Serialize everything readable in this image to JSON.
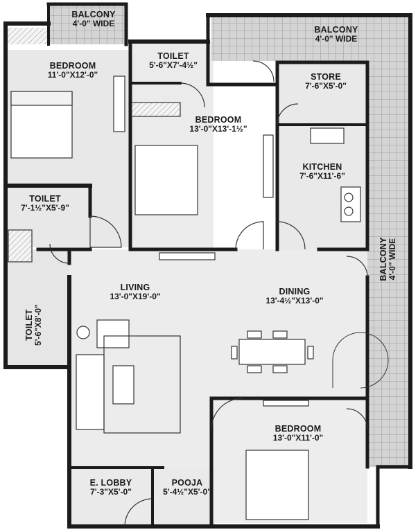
{
  "colors": {
    "wall": "#1b1b1b",
    "floor": "#e9e9e9",
    "balcony_tile": "#cfcfcf",
    "furniture": "#ffffff"
  },
  "rooms": {
    "balcony_nw": {
      "name": "BALCONY",
      "dim": "4'-0\" WIDE"
    },
    "bedroom_nw": {
      "name": "BEDROOM",
      "dim": "11'-0\"X12'-0\""
    },
    "toilet_top": {
      "name": "TOILET",
      "dim": "5'-6\"X7'-4½\""
    },
    "balcony_ne": {
      "name": "BALCONY",
      "dim": "4'-0\" WIDE"
    },
    "store": {
      "name": "STORE",
      "dim": "7'-6\"X5'-0\""
    },
    "bedroom_c": {
      "name": "BEDROOM",
      "dim": "13'-0\"X13'-1½\""
    },
    "kitchen": {
      "name": "KITCHEN",
      "dim": "7'-6\"X11'-6\""
    },
    "toilet_w": {
      "name": "TOILET",
      "dim": "7'-1½\"X5'-9\""
    },
    "toilet_sw": {
      "name": "TOILET",
      "dim": "5'-6\"X8'-0\""
    },
    "living": {
      "name": "LIVING",
      "dim": "13'-0\"X19'-0\""
    },
    "dining": {
      "name": "DINING",
      "dim": "13'-4½\"X13'-0\""
    },
    "balcony_e": {
      "name": "BALCONY",
      "dim": "4'-0\" WIDE"
    },
    "bedroom_s": {
      "name": "BEDROOM",
      "dim": "13'-0\"X11'-0\""
    },
    "elobby": {
      "name": "E. LOBBY",
      "dim": "7'-3\"X5'-0\""
    },
    "pooja": {
      "name": "POOJA",
      "dim": "5'-4½\"X5'-0\""
    }
  }
}
